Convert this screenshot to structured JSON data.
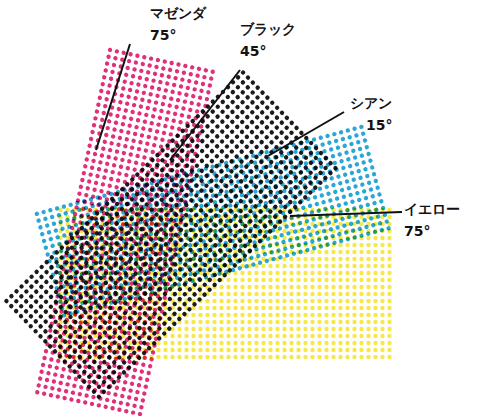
{
  "diagram": {
    "labels": [
      "マゼンダ",
      "75°",
      "ブラック",
      "45°",
      "シアン",
      "15°",
      "イエロー",
      "75°"
    ]
  }
}
